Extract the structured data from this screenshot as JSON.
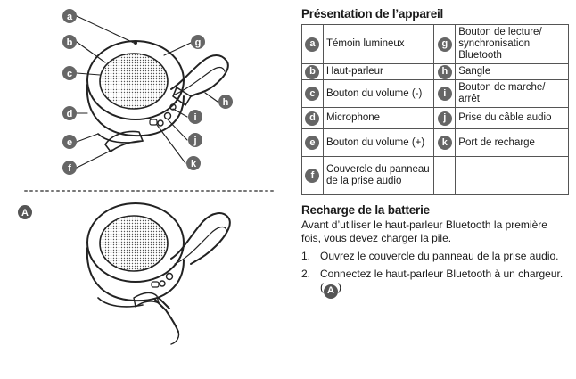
{
  "overview": {
    "title": "Présentation de l’appareil",
    "rows": [
      {
        "l_badge": "a",
        "l_text": "Témoin lumineux",
        "r_badge": "g",
        "r_text": "Bouton de lecture/ synchronisation Bluetooth"
      },
      {
        "l_badge": "b",
        "l_text": "Haut-parleur",
        "r_badge": "h",
        "r_text": "Sangle"
      },
      {
        "l_badge": "c",
        "l_text": "Bouton du volume (-)",
        "r_badge": "i",
        "r_text": "Bouton de marche/ arrêt"
      },
      {
        "l_badge": "d",
        "l_text": "Microphone",
        "r_badge": "j",
        "r_text": "Prise du câble audio"
      },
      {
        "l_badge": "e",
        "l_text": "Bouton du volume (+)",
        "r_badge": "k",
        "r_text": "Port de recharge"
      },
      {
        "l_badge": "f",
        "l_text": "Couvercle du panneau de la prise audio",
        "r_badge": "",
        "r_text": ""
      }
    ]
  },
  "charging": {
    "title": "Recharge de la batterie",
    "intro": "Avant d’utiliser le haut-parleur Bluetooth la première fois, vous devez charger la pile.",
    "steps": [
      {
        "num": "1.",
        "text": "Ouvrez le couvercle du panneau de la prise audio.",
        "ref": ""
      },
      {
        "num": "2.",
        "text": "Connectez le haut-parleur Bluetooth à un chargeur. (",
        "ref": "A",
        "tail": ")"
      }
    ]
  },
  "figure": {
    "top_labels": {
      "a": "a",
      "b": "b",
      "c": "c",
      "d": "d",
      "e": "e",
      "f": "f",
      "g": "g",
      "h": "h",
      "i": "i",
      "j": "j",
      "k": "k"
    },
    "bottom_label": "A"
  }
}
